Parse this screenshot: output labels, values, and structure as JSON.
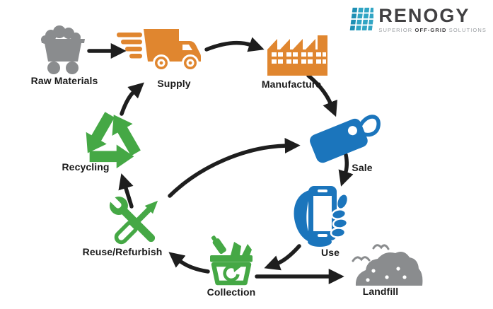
{
  "logo": {
    "brand": "RENOGY",
    "tagline_prefix": "SUPERIOR ",
    "tagline_bold": "OFF-GRID",
    "tagline_suffix": " SOLUTIONS",
    "icon": "solar-panel-icon"
  },
  "diagram": {
    "title": "Product lifecycle / circular economy flow",
    "nodes": [
      {
        "id": "raw-materials",
        "label": "Raw Materials",
        "icon": "mine-cart-icon",
        "color": "#8A8C8E"
      },
      {
        "id": "supply",
        "label": "Supply",
        "icon": "delivery-truck-icon",
        "color": "#E0862F"
      },
      {
        "id": "manufacture",
        "label": "Manufacture",
        "icon": "factory-icon",
        "color": "#E0862F"
      },
      {
        "id": "sale",
        "label": "Sale",
        "icon": "price-tag-icon",
        "color": "#1B75BC"
      },
      {
        "id": "use",
        "label": "Use",
        "icon": "hand-phone-icon",
        "color": "#1B75BC"
      },
      {
        "id": "landfill",
        "label": "Landfill",
        "icon": "waste-mound-icon",
        "color": "#8A8C8E"
      },
      {
        "id": "collection",
        "label": "Collection",
        "icon": "recycle-bin-icon",
        "color": "#45A845"
      },
      {
        "id": "reuse-refurbish",
        "label": "Reuse/Refurbish",
        "icon": "tools-icon",
        "color": "#45A845"
      },
      {
        "id": "recycling",
        "label": "Recycling",
        "icon": "recycle-symbol-icon",
        "color": "#45A845"
      }
    ],
    "edges": [
      {
        "from": "raw-materials",
        "to": "supply"
      },
      {
        "from": "supply",
        "to": "manufacture"
      },
      {
        "from": "manufacture",
        "to": "sale"
      },
      {
        "from": "sale",
        "to": "use"
      },
      {
        "from": "use",
        "to": "collection"
      },
      {
        "from": "collection",
        "to": "landfill"
      },
      {
        "from": "collection",
        "to": "reuse-refurbish"
      },
      {
        "from": "reuse-refurbish",
        "to": "recycling"
      },
      {
        "from": "reuse-refurbish",
        "to": "sale"
      },
      {
        "from": "recycling",
        "to": "supply"
      }
    ],
    "colors": {
      "orange": "#E0862F",
      "green": "#45A845",
      "blue": "#1B75BC",
      "gray": "#8A8C8E",
      "arrow": "#1E1E1E",
      "logo_dark": "#414042",
      "logo_teal": "#31A5C4",
      "tagline_gray": "#9B9FA3",
      "background": "#FFFFFF"
    }
  }
}
